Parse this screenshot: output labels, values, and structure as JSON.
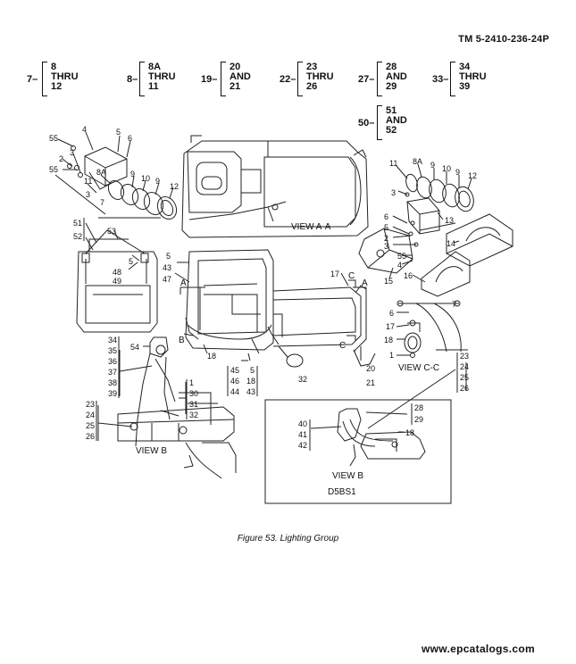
{
  "header": {
    "doc_number": "TM 5-2410-236-24P"
  },
  "index_groups": [
    {
      "lead": "7",
      "items": [
        "8",
        "THRU",
        "12"
      ]
    },
    {
      "lead": "8",
      "items": [
        "8A",
        "THRU",
        "11"
      ]
    },
    {
      "lead": "19",
      "items": [
        "20",
        "AND",
        "21"
      ]
    },
    {
      "lead": "22",
      "items": [
        "23",
        "THRU",
        "26"
      ]
    },
    {
      "lead": "27",
      "items": [
        "28",
        "AND",
        "29"
      ]
    },
    {
      "lead": "33",
      "items": [
        "34",
        "THRU",
        "39"
      ]
    },
    {
      "lead": "50",
      "items": [
        "51",
        "AND",
        "52"
      ]
    }
  ],
  "views": {
    "a_a": "VIEW A-A",
    "c_c": "VIEW C-C",
    "b_left": "VIEW B",
    "b_box": "VIEW B",
    "b_box_code": "D5BS1"
  },
  "section_marks": {
    "a_left": "A",
    "a_right": "A",
    "c_top": "C",
    "c_bottom": "C",
    "b": "B"
  },
  "callouts": {
    "lamp_top_left": [
      "55",
      "4",
      "5",
      "6",
      "2",
      "3",
      "55",
      "8A",
      "9",
      "10",
      "9",
      "12",
      "11",
      "3",
      "7"
    ],
    "lamp_top_right": [
      "11",
      "8A",
      "9",
      "10",
      "9",
      "12",
      "3",
      "13",
      "6",
      "5",
      "2",
      "3",
      "55",
      "4",
      "14",
      "15",
      "16"
    ],
    "cab_left": [
      "51",
      "52",
      "53",
      "5",
      "48",
      "49"
    ],
    "cab_main": [
      "5",
      "43",
      "47",
      "17",
      "18",
      "45",
      "46",
      "44",
      "5",
      "18",
      "43",
      "32",
      "20",
      "21"
    ],
    "view_cc": [
      "6",
      "17",
      "18",
      "1",
      "7"
    ],
    "view_b_left": [
      "34",
      "35",
      "36",
      "37",
      "38",
      "39",
      "54",
      "1",
      "30",
      "31",
      "32",
      "23",
      "24",
      "25",
      "26"
    ],
    "view_b_box": [
      "23",
      "24",
      "25",
      "26",
      "28",
      "29",
      "40",
      "41",
      "42",
      "18"
    ]
  },
  "caption": "Figure 53.  Lighting Group",
  "footer": "www.epcatalogs.com"
}
